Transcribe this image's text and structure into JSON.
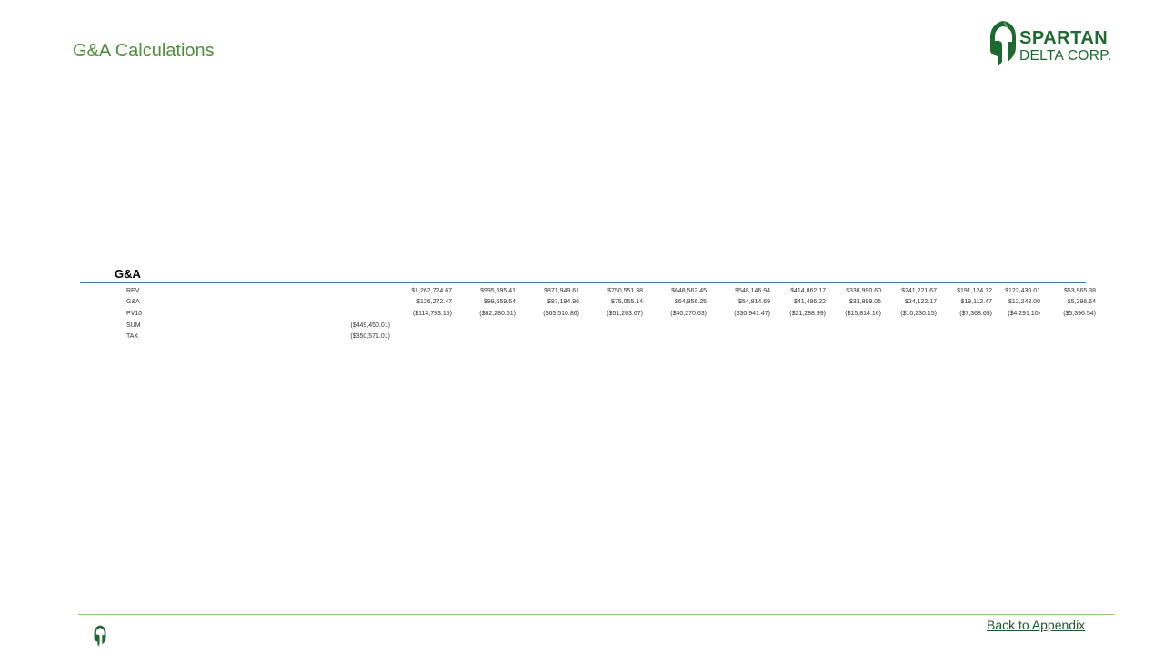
{
  "slide": {
    "title": "G&A Calculations"
  },
  "logo": {
    "line1": "SPARTAN",
    "line2": "DELTA CORP.",
    "brand_color": "#1f6a30",
    "icon": "spartan-helmet-icon"
  },
  "table": {
    "heading": "G&A",
    "rule_color": "#4a78b0",
    "rows": [
      {
        "label": "REV",
        "total": "",
        "values": [
          "$1,262,724.67",
          "$995,595.41",
          "$871,949.61",
          "$750,551.38",
          "$648,562.45",
          "$548,146.94",
          "$414,862.17",
          "$338,990.60",
          "$241,221.67",
          "$191,124.72",
          "$122,430.01",
          "$53,965.38"
        ]
      },
      {
        "label": "G&A",
        "total": "",
        "values": [
          "$126,272.47",
          "$99,559.54",
          "$87,194.96",
          "$75,055.14",
          "$64,856.25",
          "$54,814.69",
          "$41,486.22",
          "$33,899.06",
          "$24,122.17",
          "$19,112.47",
          "$12,243.00",
          "$5,396.54"
        ]
      },
      {
        "label": "PV10",
        "total": "",
        "values": [
          "($114,793.15)",
          "($82,280.61)",
          "($65,510.86)",
          "($51,263.67)",
          "($40,270.63)",
          "($30,941.47)",
          "($21,288.99)",
          "($15,814.16)",
          "($10,230.15)",
          "($7,368.69)",
          "($4,291.10)",
          "($5,396.54)"
        ]
      },
      {
        "label": "SUM",
        "total": "($449,450.01)",
        "values": [
          "",
          "",
          "",
          "",
          "",
          "",
          "",
          "",
          "",
          "",
          "",
          ""
        ]
      },
      {
        "label": "TAX",
        "total": "($350,571.01)",
        "values": [
          "",
          "",
          "",
          "",
          "",
          "",
          "",
          "",
          "",
          "",
          "",
          ""
        ]
      }
    ]
  },
  "footer": {
    "link_label": "Back to Appendix",
    "rule_color": "#8fcf7a",
    "icon": "spartan-helmet-icon"
  }
}
